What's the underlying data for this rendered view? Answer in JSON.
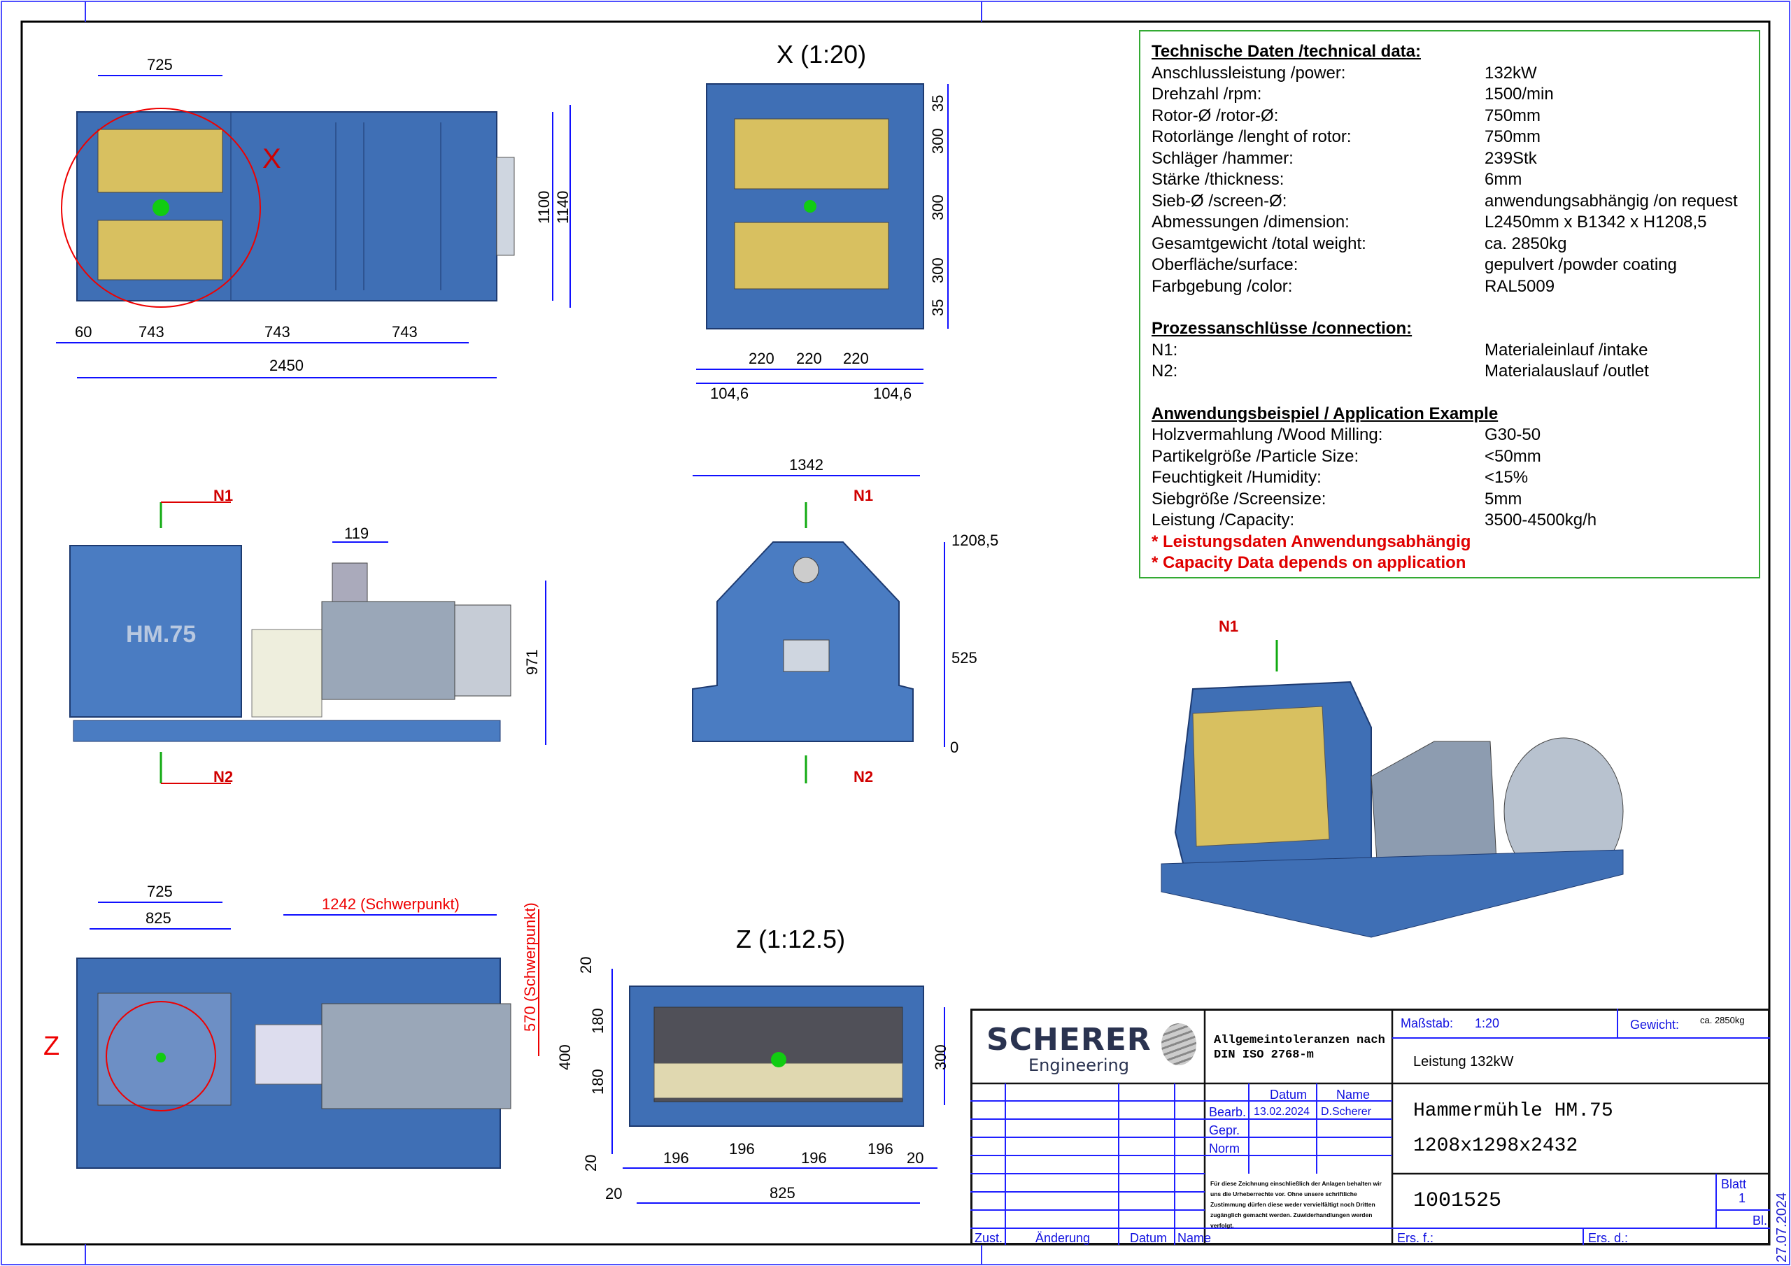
{
  "views": {
    "x_title": "X (1:20)",
    "z_title": "Z (1:12.5)",
    "callout_x": "X",
    "callout_z": "Z",
    "n1": "N1",
    "n2": "N2",
    "top": {
      "d725": "725",
      "d1100": "1100",
      "d1140": "1140",
      "d60": "60",
      "d743a": "743",
      "d743b": "743",
      "d743c": "743",
      "d2450": "2450"
    },
    "front": {
      "d35a": "35",
      "d300a": "300",
      "d300b": "300",
      "d300c": "300",
      "d35b": "35",
      "d220a": "220",
      "d220b": "220",
      "d220c": "220",
      "d104a": "104,6",
      "d104b": "104,6"
    },
    "side": {
      "d119": "119",
      "d971": "971",
      "logo": "HM.75"
    },
    "end": {
      "d1342": "1342",
      "d1208": "1208,5",
      "d525": "525",
      "d0": "0"
    },
    "bottom": {
      "d725": "725",
      "d825": "825",
      "d1242": "1242 (Schwerpunkt)",
      "d570": "570 (Schwerpunkt)"
    },
    "z": {
      "d20a": "20",
      "d180a": "180",
      "d180b": "180",
      "d400": "400",
      "d20b": "20",
      "d20c": "20",
      "d300": "300",
      "d196a": "196",
      "d196b": "196",
      "d196c": "196",
      "d196d": "196",
      "d20d": "20",
      "d825": "825"
    }
  },
  "tech": {
    "heading": "Technische Daten /technical data:",
    "rows": [
      [
        "Anschlussleistung /power:",
        "132kW"
      ],
      [
        "Drehzahl /rpm:",
        "1500/min"
      ],
      [
        "Rotor-Ø /rotor-Ø:",
        "750mm"
      ],
      [
        "Rotorlänge /lenght of rotor:",
        "750mm"
      ],
      [
        "Schläger /hammer:",
        "239Stk"
      ],
      [
        "Stärke /thickness:",
        "6mm"
      ],
      [
        "Sieb-Ø /screen-Ø:",
        "anwendungsabhängig /on request"
      ],
      [
        "Abmessungen /dimension:",
        "L2450mm x B1342 x H1208,5"
      ],
      [
        "Gesamtgewicht /total weight:",
        "ca. 2850kg"
      ],
      [
        "Oberfläche/surface:",
        "gepulvert /powder coating"
      ],
      [
        "Farbgebung /color:",
        "RAL5009"
      ]
    ],
    "conn_heading": "Prozessanschlüsse /connection:",
    "conn": [
      [
        "N1:",
        "Materialeinlauf /intake"
      ],
      [
        "N2:",
        "Materialauslauf /outlet"
      ]
    ],
    "app_heading": "Anwendungsbeispiel / Application Example",
    "app": [
      [
        "Holzvermahlung /Wood Milling:",
        "G30-50"
      ],
      [
        "Partikelgröße /Particle Size:",
        "<50mm"
      ],
      [
        "Feuchtigkeit /Humidity:",
        "<15%"
      ],
      [
        "Siebgröße /Screensize:",
        "5mm"
      ],
      [
        "Leistung /Capacity:",
        "3500-4500kg/h"
      ]
    ],
    "note1": "* Leistungsdaten Anwendungsabhängig",
    "note2": "* Capacity Data depends on application"
  },
  "titleblock": {
    "logo_main": "SCHERER",
    "logo_sub": "Engineering",
    "tolerance": "Allgemeintoleranzen nach DIN ISO 2768-m",
    "scale_label": "Maßstab:",
    "scale": "1:20",
    "weight_label": "Gewicht:",
    "weight": "ca. 2850kg",
    "power": "Leistung 132kW",
    "datum": "Datum",
    "name": "Name",
    "bearb": "Bearb.",
    "bearb_date": "13.02.2024",
    "bearb_name": "D.Scherer",
    "gepr": "Gepr.",
    "norm": "Norm",
    "title": "Hammermühle HM.75",
    "size": "1208x1298x2432",
    "copyright": "Für diese Zeichnung einschließlich der Anlagen behalten wir uns die Urheberrechte vor. Ohne unsere schriftliche Zustimmung dürfen diese weder vervielfältigt noch Dritten zugänglich gemacht werden. Zuwiderhandlungen werden verfolgt.",
    "number": "1001525",
    "blatt": "Blatt",
    "blatt_no": "1",
    "bl": "Bl.",
    "zust": "Zust.",
    "aenderung": "Änderung",
    "rev_datum": "Datum",
    "rev_name": "Name",
    "ers_f": "Ers. f.:",
    "ers_d": "Ers. d.:",
    "date_stamp": "27.07.2024"
  }
}
